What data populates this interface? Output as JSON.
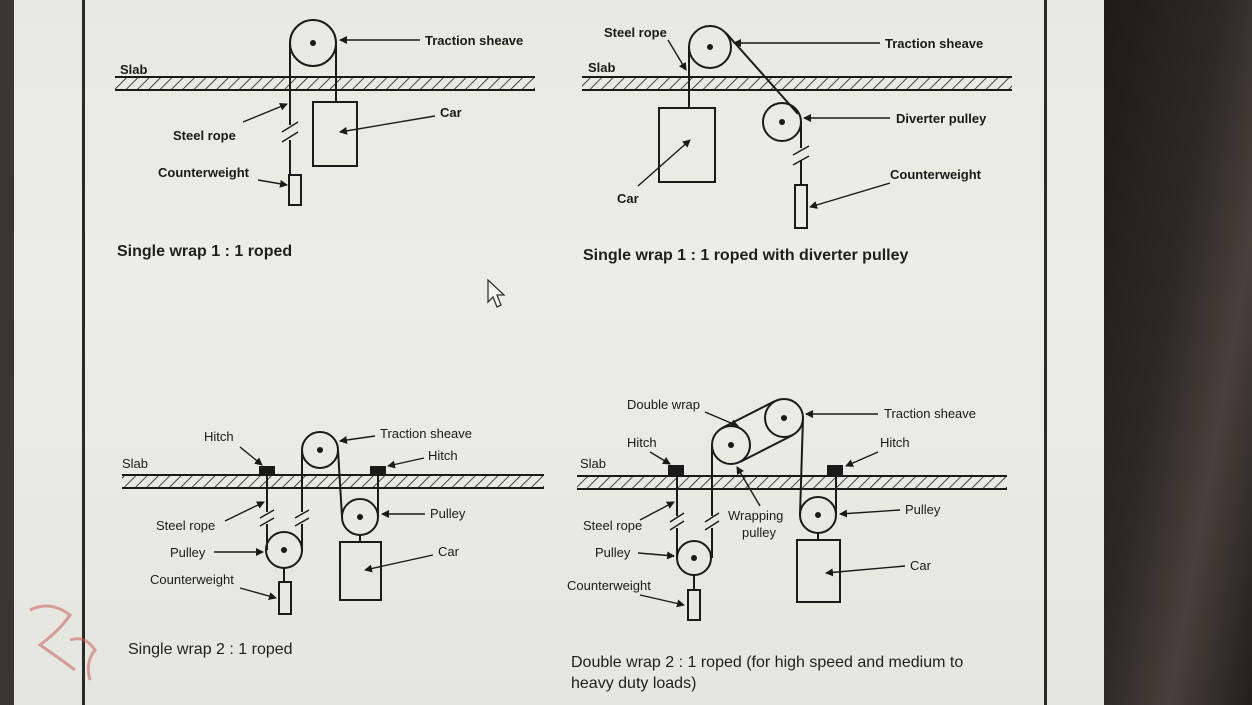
{
  "diagrams": {
    "single_1to1": {
      "labels": {
        "traction_sheave": "Traction sheave",
        "slab": "Slab",
        "car": "Car",
        "steel_rope": "Steel rope",
        "counterweight": "Counterweight"
      },
      "caption": "Single wrap 1 : 1 roped"
    },
    "single_1to1_diverter": {
      "labels": {
        "steel_rope": "Steel rope",
        "traction_sheave": "Traction sheave",
        "slab": "Slab",
        "diverter_pulley": "Diverter pulley",
        "counterweight": "Counterweight",
        "car": "Car"
      },
      "caption": "Single wrap 1 : 1 roped with diverter pulley"
    },
    "single_2to1": {
      "labels": {
        "hitch_left": "Hitch",
        "traction_sheave": "Traction sheave",
        "hitch_right": "Hitch",
        "slab": "Slab",
        "steel_rope": "Steel rope",
        "pulley_right": "Pulley",
        "pulley_left": "Pulley",
        "car": "Car",
        "counterweight": "Counterweight"
      },
      "caption": "Single wrap 2 : 1 roped"
    },
    "double_2to1": {
      "labels": {
        "double_wrap": "Double wrap",
        "traction_sheave": "Traction sheave",
        "hitch_left": "Hitch",
        "hitch_right": "Hitch",
        "slab": "Slab",
        "steel_rope": "Steel rope",
        "wrapping_pulley_1": "Wrapping",
        "wrapping_pulley_2": "pulley",
        "pulley_right": "Pulley",
        "pulley_left": "Pulley",
        "car": "Car",
        "counterweight": "Counterweight"
      },
      "caption_line1": "Double wrap 2 : 1 roped (for high speed and medium to",
      "caption_line2": "heavy duty loads)"
    }
  },
  "colors": {
    "ink": "#1a1a1a",
    "paper": "#ebebe6",
    "desk": "#2b2624"
  },
  "icons": {
    "pointer": "mouse-pointer-icon"
  }
}
